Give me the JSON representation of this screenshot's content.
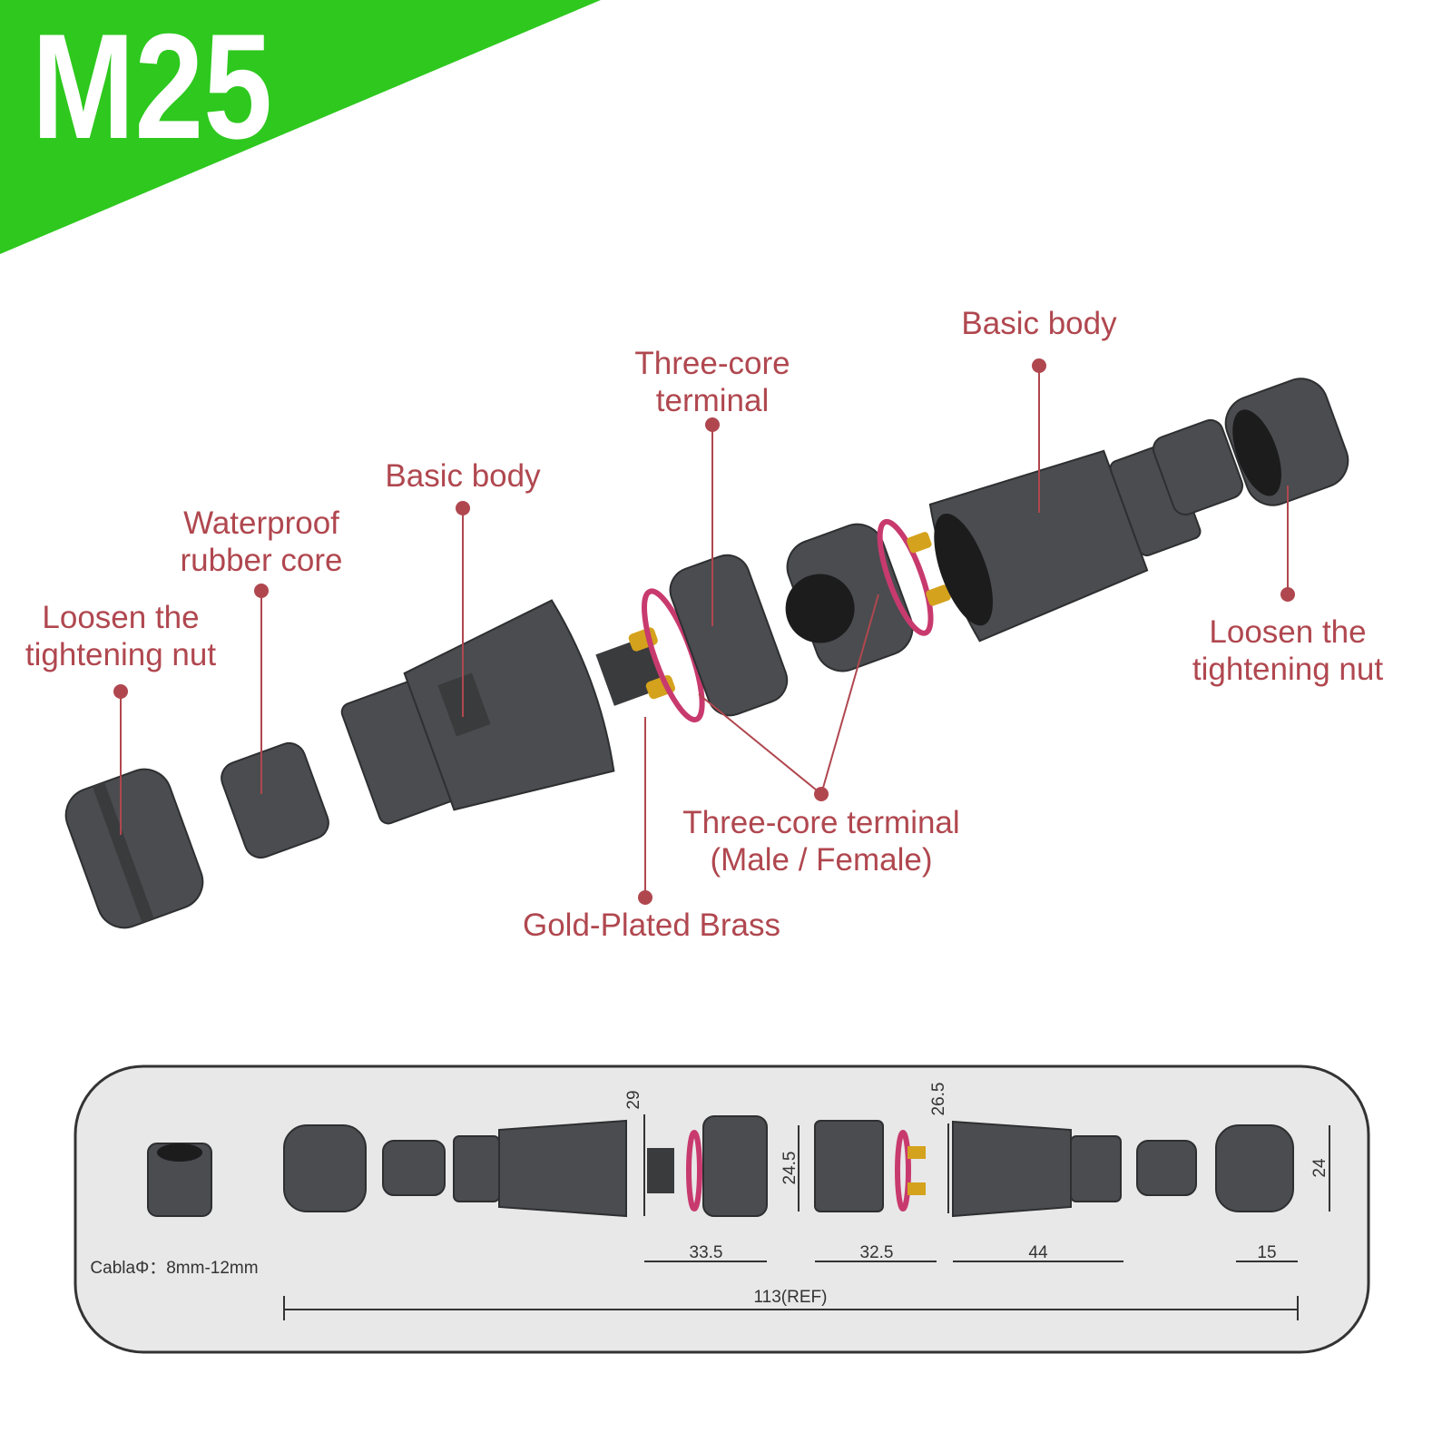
{
  "header": {
    "title": "M25",
    "banner_color": "#2ec81e"
  },
  "labels": {
    "nut_left": [
      "Loosen the",
      "tightening nut"
    ],
    "rubber_core": [
      "Waterproof",
      "rubber core"
    ],
    "body_left": "Basic body",
    "terminal_top": [
      "Three-core",
      "terminal"
    ],
    "body_right": "Basic body",
    "nut_right": [
      "Loosen the",
      "tightening nut"
    ],
    "terminal_mf": [
      "Three-core terminal",
      "(Male / Female)"
    ],
    "gold_brass": "Gold-Plated Brass",
    "label_color": "#b0474f"
  },
  "dimensions": {
    "cable": "CablaΦ：8mm-12mm",
    "h_body_left": "29",
    "h_terminal": "24.5",
    "h_body_right": "26.5",
    "h_nut": "24",
    "w_male": "33.5",
    "w_female": "32.5",
    "w_body": "44",
    "w_nut": "15",
    "total": "113(REF)"
  }
}
